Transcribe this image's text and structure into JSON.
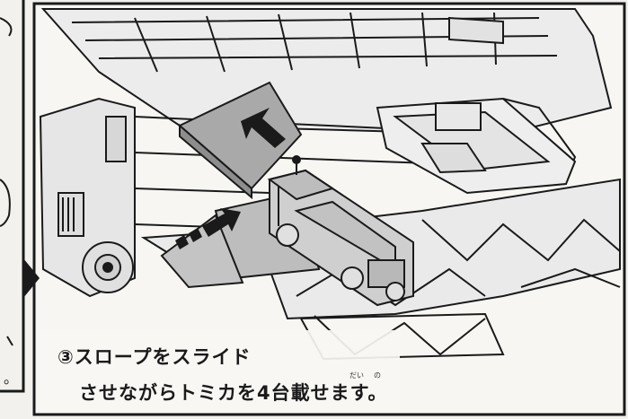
{
  "instruction": {
    "step_line": "③スロープをスライド",
    "body_line": "させながらトミカを4台載せます。",
    "furigana_dai": "だい",
    "furigana_no": "の"
  },
  "left_panel_fragment": {
    "text": "。"
  },
  "icons": [
    "push-arrow-icon",
    "slide-arrow-icon",
    "next-step-triangle-icon"
  ],
  "colors": {
    "line": "#1a1a1a",
    "paper": "#f2f1ee",
    "ramp_gray": "#a9a9a9",
    "truck_gray": "#cfcfcf"
  }
}
